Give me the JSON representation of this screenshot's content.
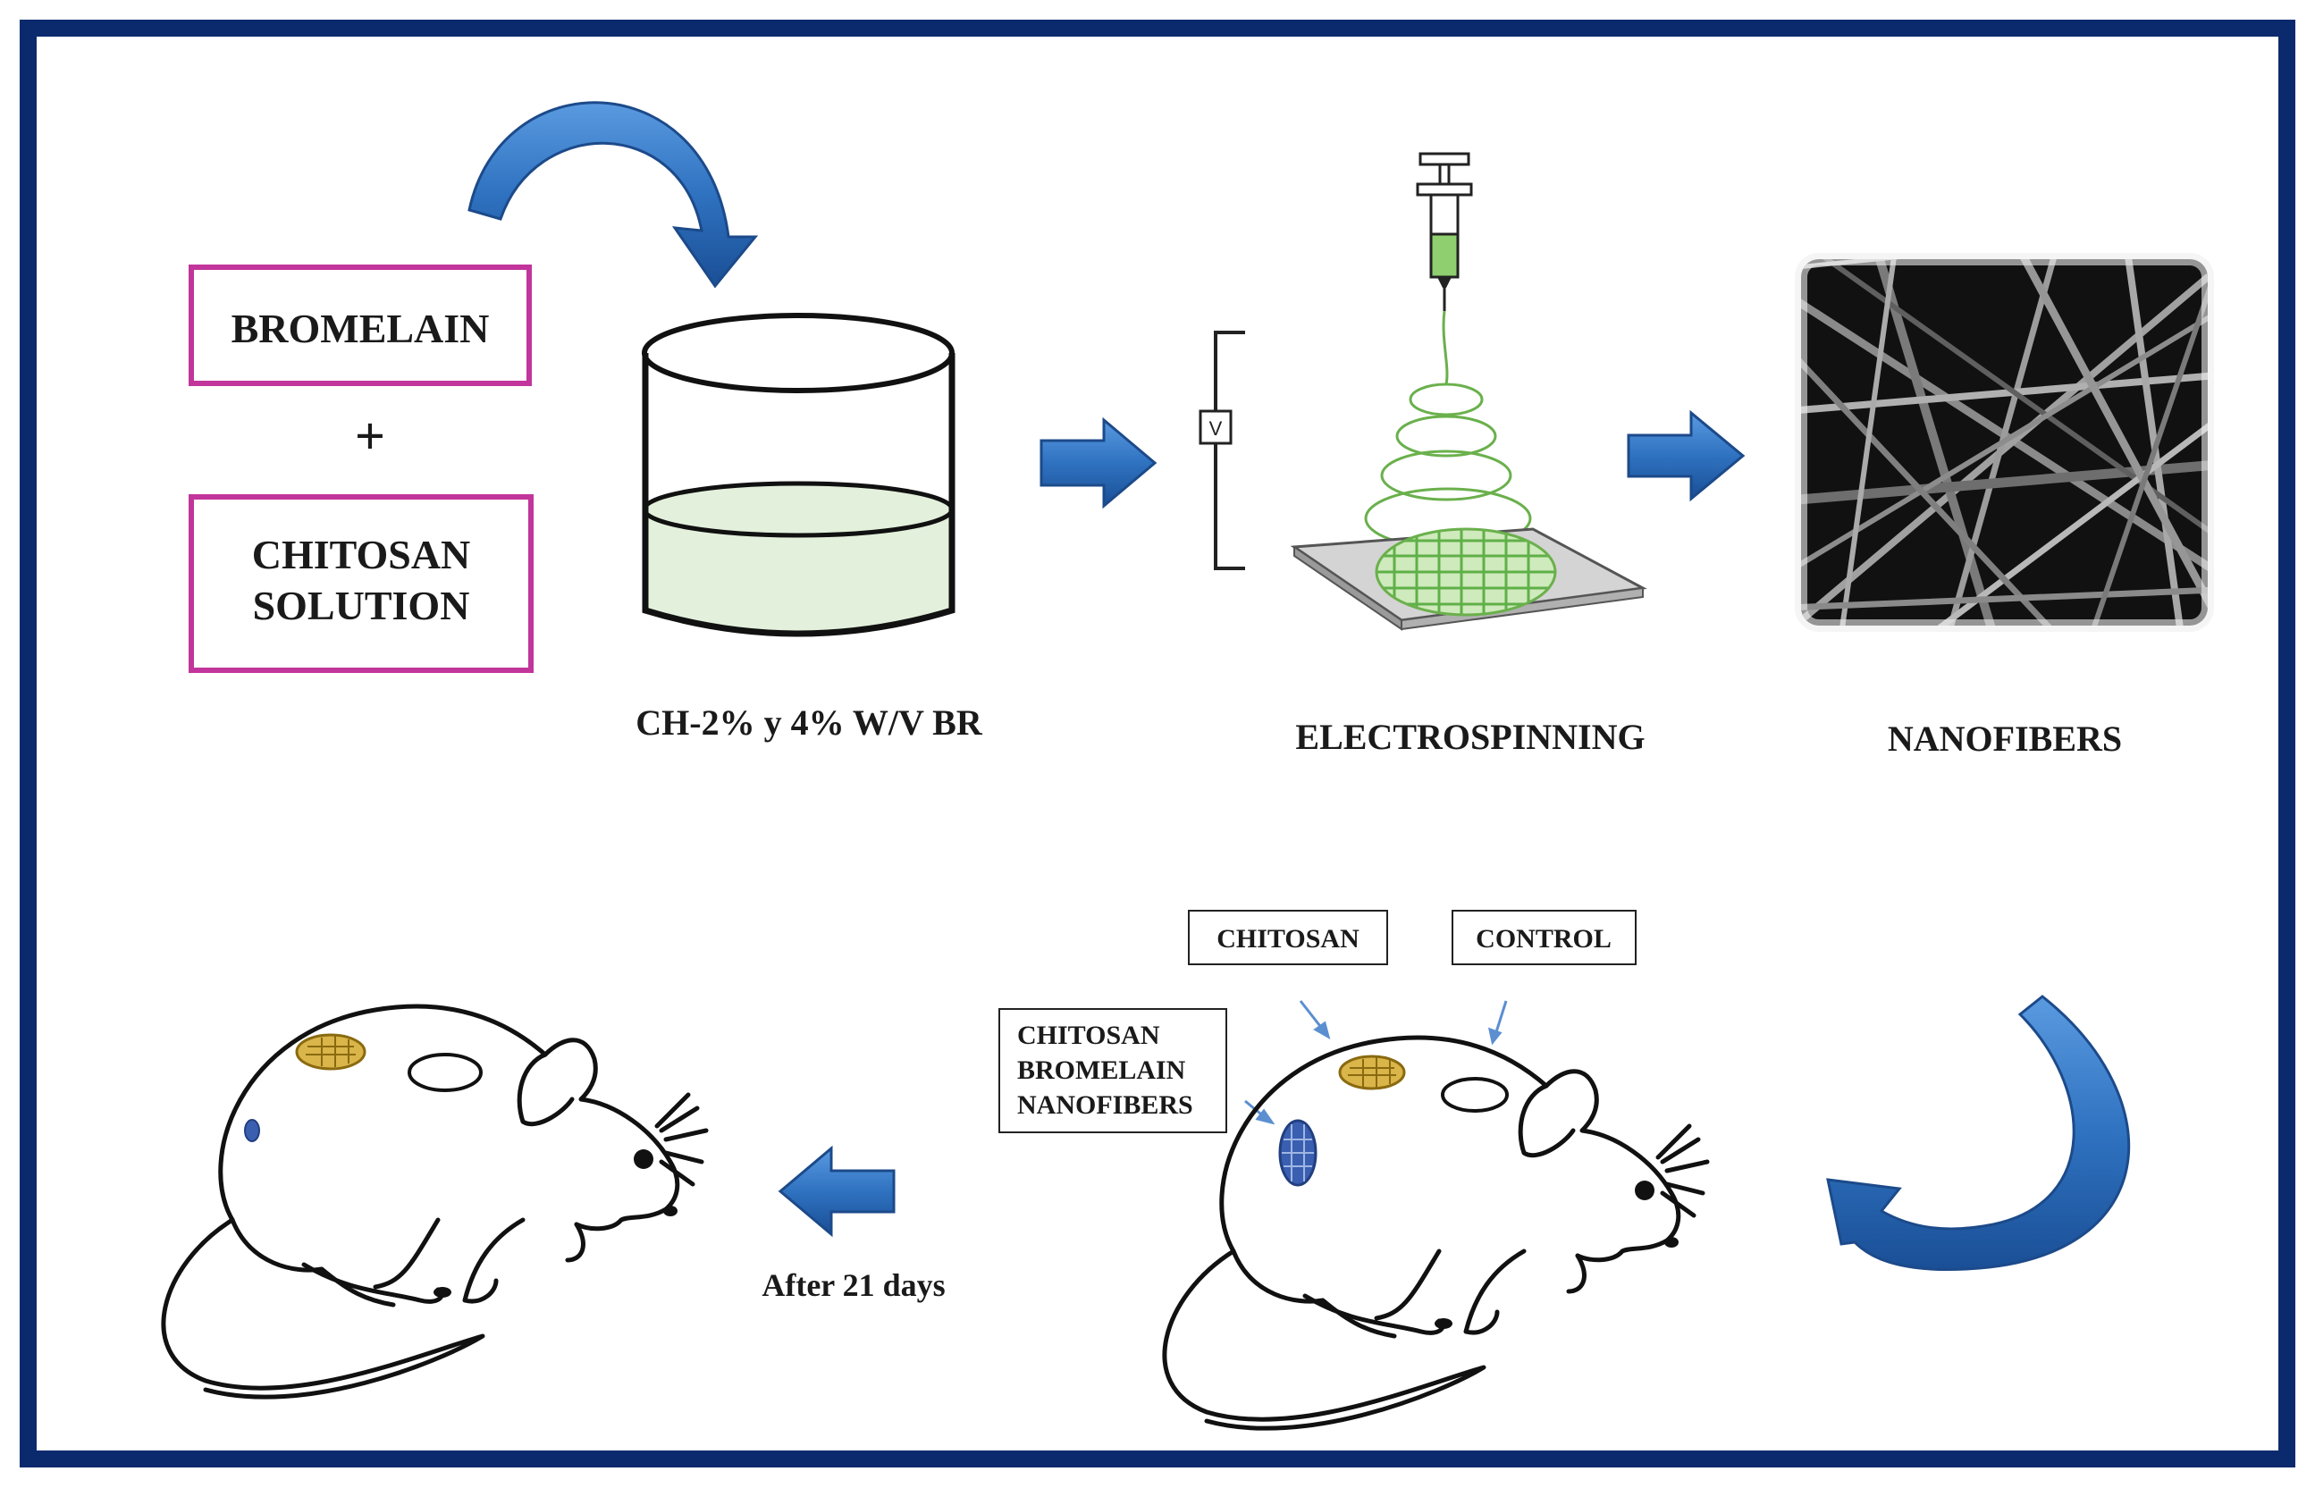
{
  "inputs": {
    "bromelain": "BROMELAIN",
    "plus": "+",
    "chitosan_line1": "CHITOSAN",
    "chitosan_line2": "SOLUTION"
  },
  "steps": {
    "beaker_label": "CH-2% y 4% W/V BR",
    "voltage_symbol": "V",
    "electrospinning_label": "ELECTROSPINNING",
    "nanofibers_label": "NANOFIBERS"
  },
  "implant_labels": {
    "chitosan": "CHITOSAN",
    "control": "CONTROL",
    "nanofibers_line1": "CHITOSAN",
    "nanofibers_line2": "BROMELAIN",
    "nanofibers_line3": "NANOFIBERS"
  },
  "timeline": {
    "after_label": "After 21 days"
  },
  "colors": {
    "frame": "#0b2a6e",
    "arrow_blue": "#2f72c0",
    "box_magenta": "#c2359b",
    "solution_green": "#e3f0dc",
    "fiber_green": "#6ab04c",
    "patch_gold": "#c9a227",
    "patch_blue": "#3a5fb0"
  }
}
